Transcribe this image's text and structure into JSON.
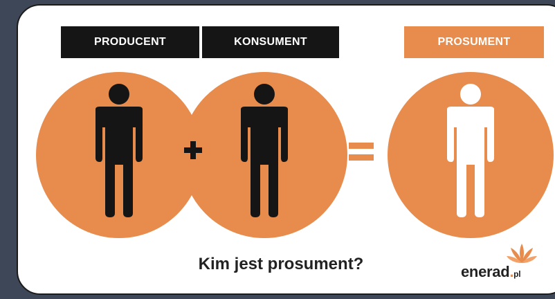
{
  "labels": {
    "producent": "PRODUCENT",
    "konsument": "KONSUMENT",
    "prosument": "PROSUMENT"
  },
  "operators": {
    "plus": "+",
    "equals": "="
  },
  "question": "Kim jest prosument?",
  "logo": {
    "name": "enerad",
    "dot": ".",
    "tld": "pl"
  },
  "colors": {
    "accent": "#e88c4d",
    "dark": "#151515",
    "frame_bg": "#3e4757",
    "white": "#ffffff"
  },
  "icons": [
    "person-icon",
    "plus-icon",
    "equals-icon",
    "sun-icon"
  ]
}
